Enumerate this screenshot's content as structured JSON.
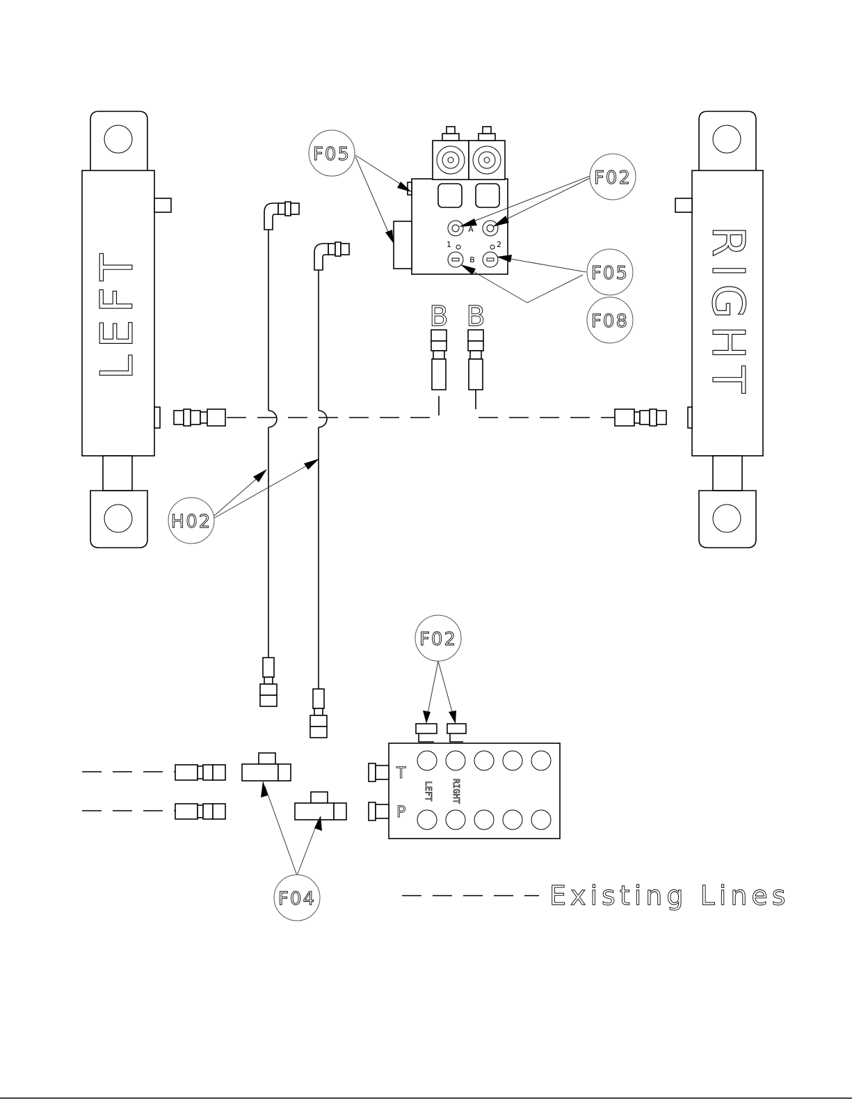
{
  "cylinders": {
    "left_label": "LEFT",
    "right_label": "RIGHT"
  },
  "callouts": {
    "valve_f05_top": "F05",
    "valve_f02": "F02",
    "valve_f05_bottom": "F05",
    "valve_f08": "F08",
    "hose_h02": "H02",
    "panel_f02": "F02",
    "tee_f04": "F04"
  },
  "valve_ports": {
    "a": "A",
    "b": "B",
    "one": "1",
    "two": "2"
  },
  "hose_end_labels": {
    "left": "B",
    "right": "B"
  },
  "panel": {
    "port_t": "T",
    "port_p": "P",
    "left_label": "LEFT",
    "right_label": "RIGHT"
  },
  "legend": {
    "text": "Existing Lines"
  }
}
